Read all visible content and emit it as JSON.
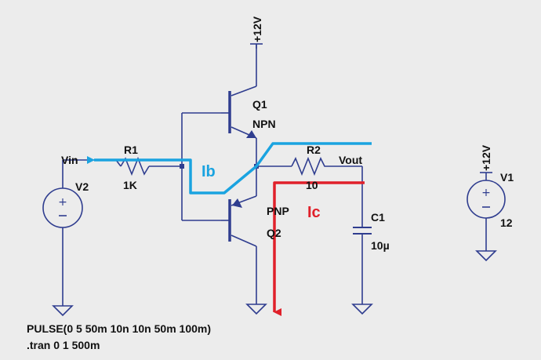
{
  "components": {
    "q1": {
      "name": "Q1",
      "type": "NPN"
    },
    "q2": {
      "name": "Q2",
      "type": "PNP"
    },
    "r1": {
      "name": "R1",
      "value": "1K"
    },
    "r2": {
      "name": "R2",
      "value": "10"
    },
    "c1": {
      "name": "C1",
      "value": "10µ"
    },
    "v1": {
      "name": "V1",
      "value": "12"
    },
    "v2": {
      "name": "V2"
    }
  },
  "nets": {
    "vin": "Vin",
    "vout": "Vout",
    "supply_top": "+12V",
    "supply_v1": "+12V"
  },
  "annotations": {
    "ib": "Ib",
    "ic": "Ic",
    "ib_color": "#1aa3e0",
    "ic_color": "#e0202a"
  },
  "spice": {
    "source": "PULSE(0 5 50m 10n 10n 50m 100m)",
    "directive": ".tran 0 1 500m"
  },
  "colors": {
    "wire": "#2f3d8f",
    "background": "#ececec"
  }
}
